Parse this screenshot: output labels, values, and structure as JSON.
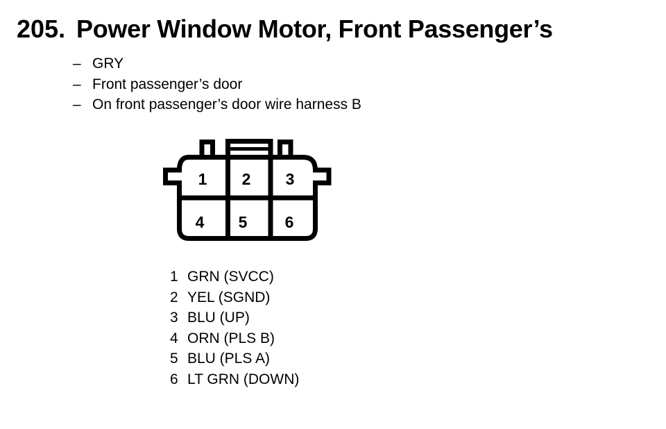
{
  "page": {
    "title_number": "205.",
    "title": "Power Window Motor, Front Passenger’s"
  },
  "details": {
    "dash": "–",
    "items": [
      {
        "text": "GRY"
      },
      {
        "text": "Front passenger’s door"
      },
      {
        "text": "On front passenger’s door wire harness B"
      }
    ]
  },
  "connector": {
    "housing_color_label": "GRY",
    "rows": 2,
    "columns": 3,
    "cavities": [
      "1",
      "2",
      "3",
      "4",
      "5",
      "6"
    ]
  },
  "pinout": {
    "rows": [
      {
        "pin": "1",
        "wire": "GRN (SVCC)"
      },
      {
        "pin": "2",
        "wire": "YEL (SGND)"
      },
      {
        "pin": "3",
        "wire": "BLU (UP)"
      },
      {
        "pin": "4",
        "wire": "ORN (PLS B)"
      },
      {
        "pin": "5",
        "wire": "BLU (PLS A)"
      },
      {
        "pin": "6",
        "wire": "LT GRN (DOWN)"
      }
    ]
  },
  "colors": {
    "ink": "#000000",
    "paper": "#ffffff"
  }
}
